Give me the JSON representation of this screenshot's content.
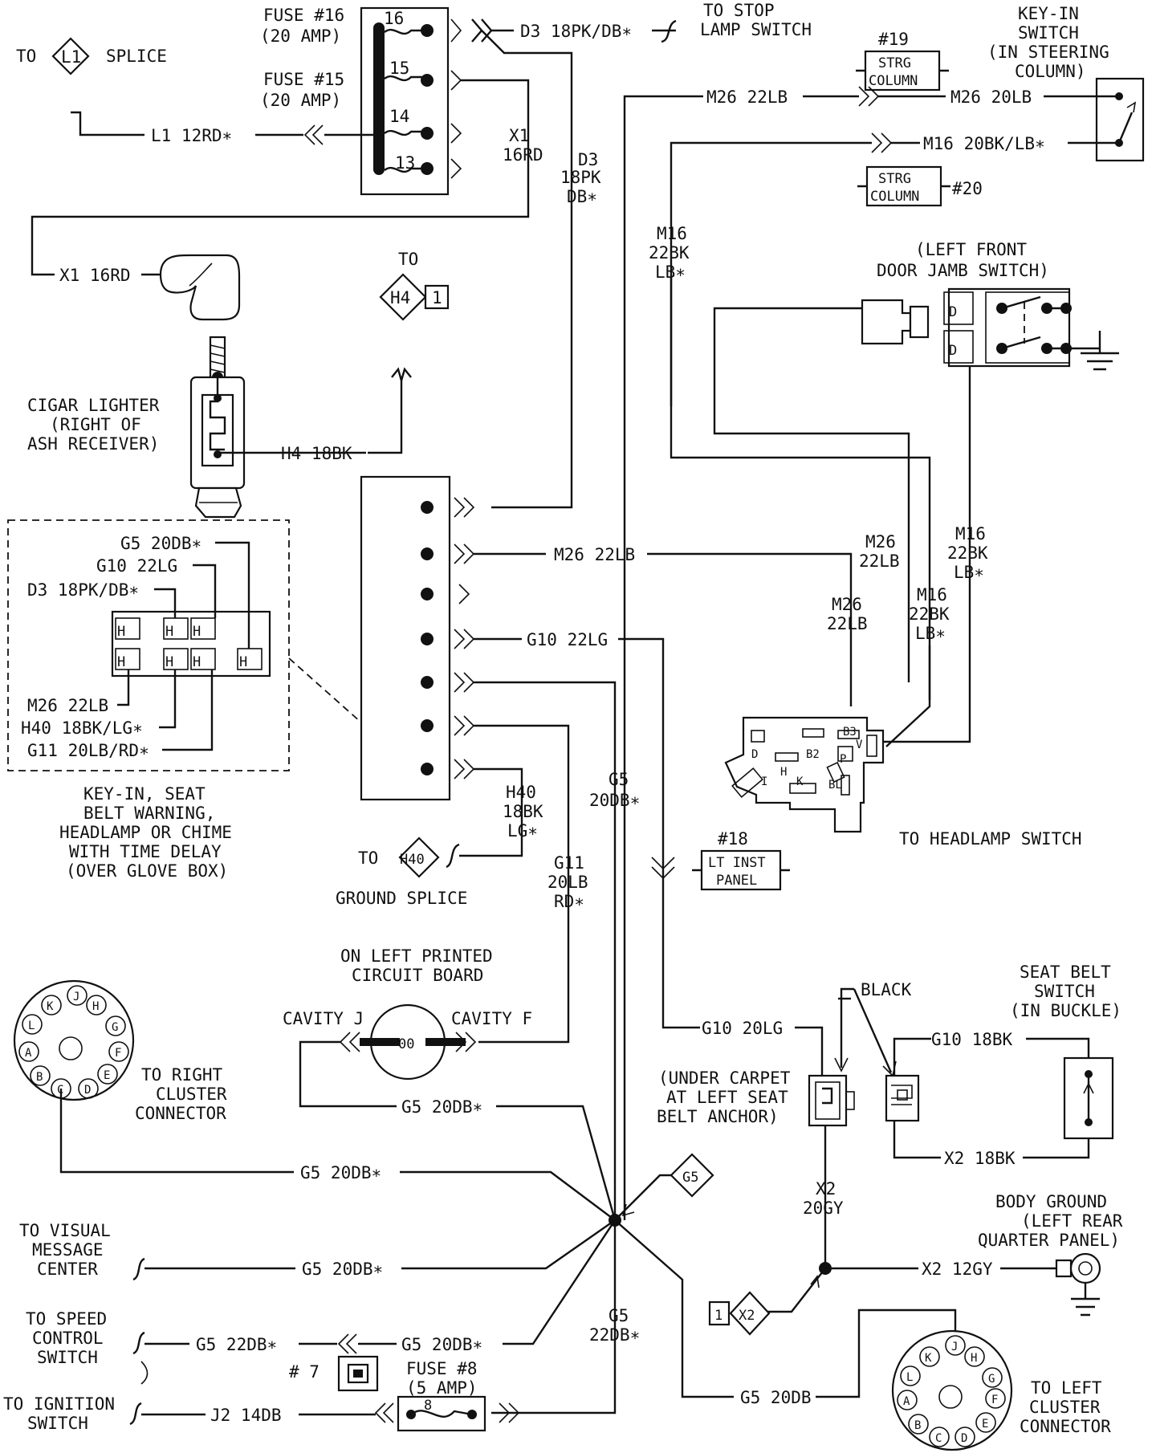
{
  "labels": {
    "fuse16": "FUSE #16",
    "fuse16_amp": "(20 AMP)",
    "fuse15": "FUSE #15",
    "fuse15_amp": "(20 AMP)",
    "fuse_n16": "16",
    "fuse_n15": "15",
    "fuse_n14": "14",
    "fuse_n13": "13",
    "to_l1": "TO",
    "l1": "L1",
    "splice": "SPLICE",
    "wire_l1": "L1 12RD∗",
    "wire_d3_top": "D3 18PK/DB∗",
    "to_stop_1": "TO STOP",
    "to_stop_2": "LAMP SWITCH",
    "x1_a": "X1",
    "x1_b": "16RD",
    "d3_a": "D3",
    "d3_b": "18PK",
    "d3_c": "DB∗",
    "c19": "#19",
    "strg": "STRG",
    "column": "COLUMN",
    "keyin_1": "KEY-IN",
    "keyin_2": "SWITCH",
    "keyin_3": "(IN STEERING",
    "keyin_4": "COLUMN)",
    "m26_22lb": "M26 22LB",
    "m26_20lb": "M26 20LB",
    "m16_20": "M16 20BK/LB∗",
    "c20": "#20",
    "m16_a": "M16",
    "m16_b": "22BK",
    "m16_c": "LB∗",
    "x1_wire": "X1 16RD",
    "to_h4": "TO",
    "h4": "H4",
    "h4_num": "1",
    "door_1": "(LEFT FRONT",
    "door_2": "DOOR JAMB SWITCH)",
    "door_d": "D",
    "cigar_1": "CIGAR LIGHTER",
    "cigar_2": "(RIGHT OF",
    "cigar_3": "ASH RECEIVER)",
    "h4_wire": "H4 18BK",
    "g5_20db": "G5 20DB∗",
    "g10_22lg": "G10 22LG",
    "d3_18": "D3 18PK/DB∗",
    "m26_22lb_c": "M26 22LB",
    "h40_18": "H40 18BK/LG∗",
    "g11_20": "G11 20LB/RD∗",
    "m26_a": "M26",
    "m26_b": "22LB",
    "g10_main": "G10 22LG",
    "m26_main": "M26 22LB",
    "module_1": "KEY-IN, SEAT",
    "module_2": "BELT WARNING,",
    "module_3": "HEADLAMP OR CHIME",
    "module_4": "WITH TIME DELAY",
    "module_5": "(OVER GLOVE BOX)",
    "h40_a": "H40",
    "h40_b": "18BK",
    "h40_c": "LG∗",
    "to_h40": "TO",
    "h40": "H40",
    "ground_splice": "GROUND SPLICE",
    "g11_a": "G11",
    "g11_b": "20LB",
    "g11_c": "RD∗",
    "g5_a": "G5",
    "g5_b": "20DB∗",
    "c18": "#18",
    "lt_inst": "LT INST",
    "panel": "PANEL",
    "to_headlamp": "TO HEADLAMP SWITCH",
    "hs_d": "D",
    "hs_b2": "B2",
    "hs_b3": "B3",
    "hs_v": "V",
    "hs_h": "H",
    "hs_p": "P",
    "hs_i": "I",
    "hs_k": "K",
    "hs_bl": "BL",
    "on_left_1": "ON LEFT PRINTED",
    "on_left_2": "CIRCUIT BOARD",
    "cavity_j": "CAVITY J",
    "cavity_f": "CAVITY F",
    "bulb": "00",
    "black": "BLACK",
    "seat_belt_1": "SEAT BELT",
    "seat_belt_2": "SWITCH",
    "seat_belt_3": "(IN BUCKLE)",
    "g10_20lg": "G10 20LG",
    "g10_18bk": "G10 18BK",
    "carpet_1": "(UNDER CARPET",
    "carpet_2": "AT LEFT SEAT",
    "carpet_3": "BELT ANCHOR)",
    "x2_18bk": "X2 18BK",
    "to_right_1": "TO RIGHT",
    "to_right_2": "CLUSTER",
    "to_right_3": "CONNECTOR",
    "g5_20db_a": "G5 20DB∗",
    "g5_20db_b": "G5 20DB∗",
    "g5_splice": "G5",
    "x2_a": "X2",
    "x2_b": "20GY",
    "body_ground_1": "BODY GROUND",
    "body_ground_2": "(LEFT REAR",
    "body_ground_3": "QUARTER PANEL)",
    "x2_12gy": "X2 12GY",
    "visual_1": "TO VISUAL",
    "visual_2": "MESSAGE",
    "visual_3": "CENTER",
    "g5_20db_c": "G5 20DB∗",
    "speed_1": "TO SPEED",
    "speed_2": "CONTROL",
    "speed_3": "SWITCH",
    "g5_22db": "G5 22DB∗",
    "g5_20db_d": "G5 20DB∗",
    "g5_vert_a": "G5",
    "g5_vert_b": "22DB∗",
    "x2_splice": "X2",
    "x2_num": "1",
    "c7": "# 7",
    "fuse8_1": "FUSE #8",
    "fuse8_2": "(5 AMP)",
    "fuse8_n": "8",
    "ign_1": "TO IGNITION",
    "ign_2": "SWITCH",
    "j2_14db": "J2 14DB",
    "g5_20db_plain": "G5 20DB",
    "to_left_1": "TO LEFT",
    "to_left_2": "CLUSTER",
    "to_left_3": "CONNECTOR",
    "pin_k": "K",
    "pin_j": "J",
    "pin_h": "H",
    "pin_l": "L",
    "pin_g": "G",
    "pin_a": "A",
    "pin_f": "F",
    "pin_b": "B",
    "pin_c": "C",
    "pin_d": "D",
    "pin_e": "E"
  }
}
